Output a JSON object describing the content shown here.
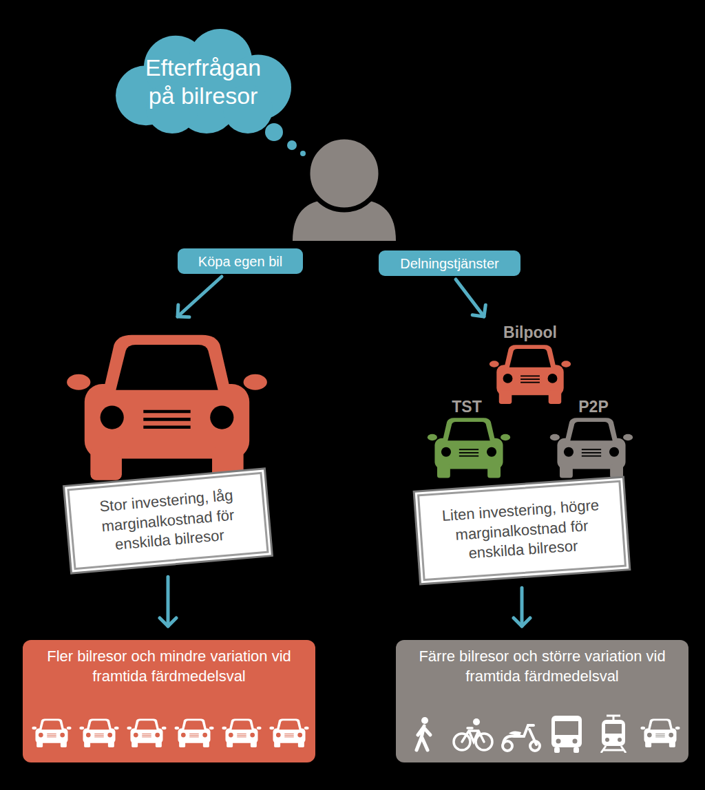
{
  "diagram": {
    "nodes": [
      {
        "text": [
          "Efterfrågan på bilresor"
        ]
      },
      {
        "text": [
          "Köpa egen bil"
        ]
      },
      {
        "text": [
          "Delningstjänster"
        ]
      },
      {
        "text": [
          "Stor investering, låg marginalkostnad för enskilda bilresor"
        ]
      },
      {
        "text": [
          "Liten investering, högre marginalkostnad för enskilda bilresor"
        ]
      },
      {
        "text": [
          "Fler bilresor och mindre variation vid framtida färdmedelsval"
        ]
      },
      {
        "text": [
          "Färre bilresor och större variation vid framtida färdmedelsval"
        ]
      }
    ],
    "edges": [
      {
        "from": 3,
        "to": 5,
        "arrow": "to"
      },
      {
        "from": 4,
        "to": 6,
        "arrow": "to"
      }
    ],
    "labels": [
      "Bilpool",
      "TST",
      "P2P"
    ]
  }
}
